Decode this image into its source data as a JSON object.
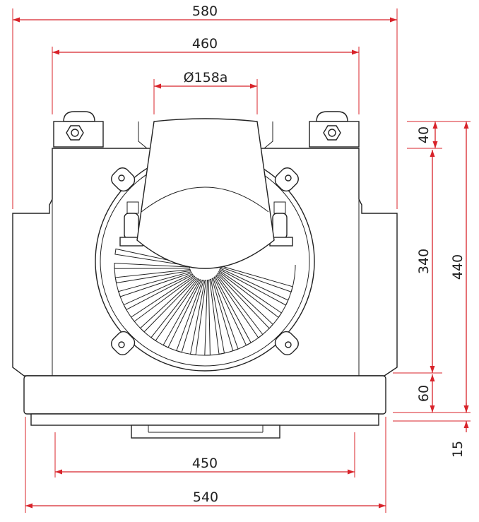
{
  "colors": {
    "dimension": "#d8232a",
    "outline": "#222222"
  },
  "dimensions": {
    "overall_width": "580",
    "body_width": "460",
    "outlet_diameter": "Ø158a",
    "base_inner_width": "450",
    "base_outer_width": "540",
    "flange_height": "40",
    "body_height": "340",
    "overall_height": "440",
    "base_height": "60",
    "foot_height": "15"
  }
}
